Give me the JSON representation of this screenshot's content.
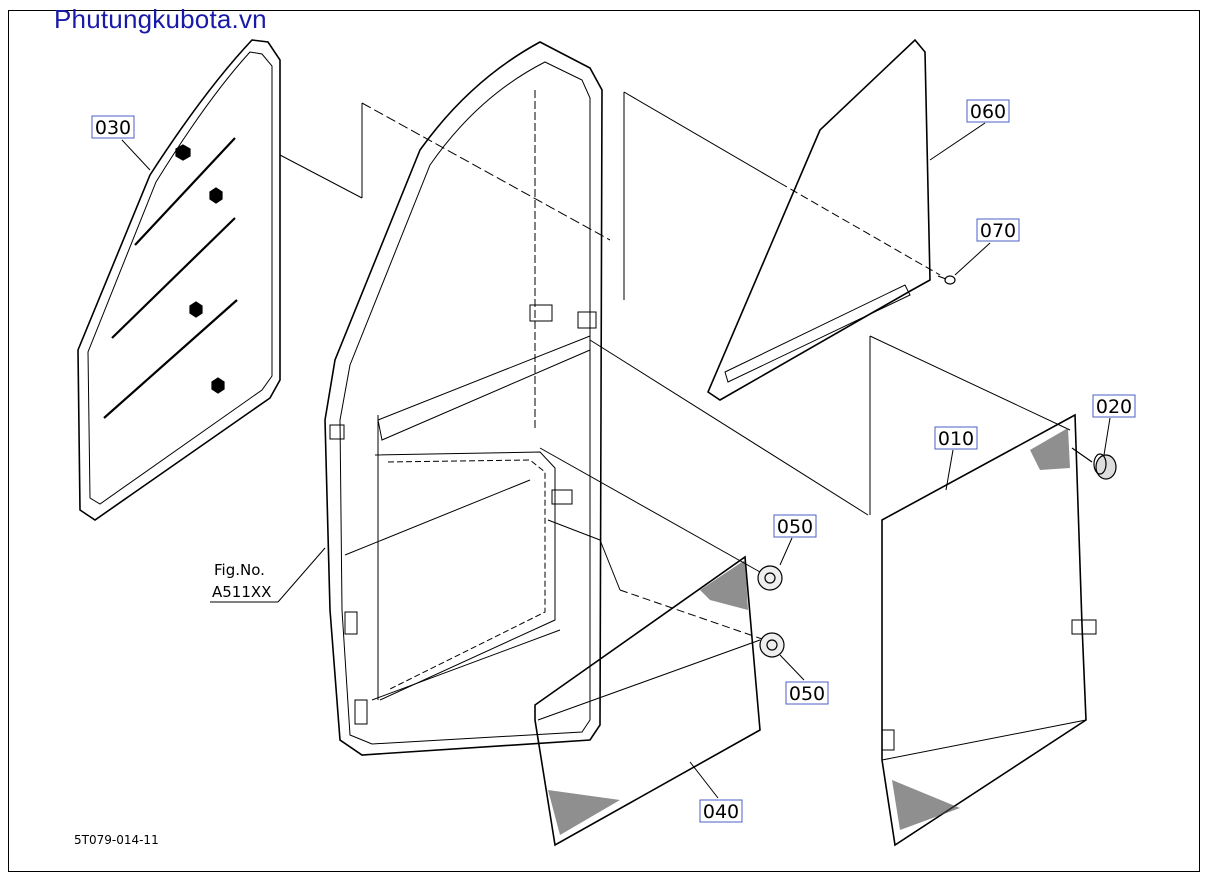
{
  "watermark": "Phutungkubota.vn",
  "figure": {
    "line1": "Fig.No.",
    "line2": "A511XX"
  },
  "drawing_code": "5T079-014-11",
  "parts": [
    {
      "id": "p030",
      "label": "030"
    },
    {
      "id": "p060",
      "label": "060"
    },
    {
      "id": "p070",
      "label": "070"
    },
    {
      "id": "p020",
      "label": "020"
    },
    {
      "id": "p010",
      "label": "010"
    },
    {
      "id": "p050a",
      "label": "050"
    },
    {
      "id": "p050b",
      "label": "050"
    },
    {
      "id": "p040",
      "label": "040"
    }
  ]
}
